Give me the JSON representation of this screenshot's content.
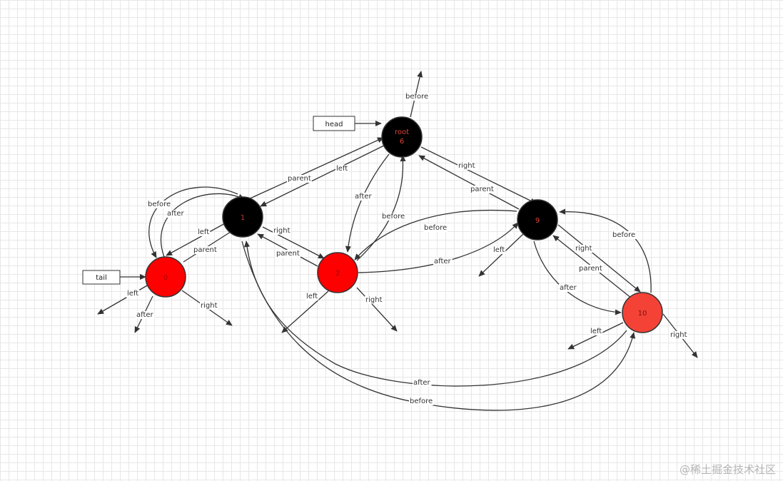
{
  "pointers": {
    "head": "head",
    "tail": "tail"
  },
  "nodes": [
    {
      "id": "n6",
      "line1": "root",
      "line2": "6",
      "fill": "#000000",
      "text_color": "#e0423a"
    },
    {
      "id": "n1",
      "line1": "1",
      "line2": "",
      "fill": "#000000",
      "text_color": "#c0392b"
    },
    {
      "id": "n0",
      "line1": "0",
      "line2": "",
      "fill": "#ff0000",
      "text_color": "#b00000"
    },
    {
      "id": "n2",
      "line1": "2",
      "line2": "",
      "fill": "#ff0000",
      "text_color": "#9e0000"
    },
    {
      "id": "n9",
      "line1": "9",
      "line2": "",
      "fill": "#000000",
      "text_color": "#e0423a"
    },
    {
      "id": "n10",
      "line1": "10",
      "line2": "",
      "fill": "#f44336",
      "text_color": "#7a1010"
    }
  ],
  "edge_labels": {
    "before": "before",
    "after": "after",
    "left": "left",
    "right": "right",
    "parent": "parent"
  },
  "edges": [
    {
      "id": "e-6-before-up",
      "label": "before"
    },
    {
      "id": "e-head",
      "label": ""
    },
    {
      "id": "e-1-parent-6",
      "label": "parent"
    },
    {
      "id": "e-6-left-1",
      "label": "left"
    },
    {
      "id": "e-6-right-9",
      "label": "right"
    },
    {
      "id": "e-9-parent-6",
      "label": "parent"
    },
    {
      "id": "e-6-after-2",
      "label": "after"
    },
    {
      "id": "e-2-before-6",
      "label": "before"
    },
    {
      "id": "e-1-right-2",
      "label": "right"
    },
    {
      "id": "e-2-parent-1",
      "label": "parent"
    },
    {
      "id": "e-1-left-0",
      "label": "left"
    },
    {
      "id": "e-0-parent-1",
      "label": "parent"
    },
    {
      "id": "e-1-before-0",
      "label": "before"
    },
    {
      "id": "e-0-after-1",
      "label": "after"
    },
    {
      "id": "e-tail",
      "label": ""
    },
    {
      "id": "e-0-left",
      "label": "left"
    },
    {
      "id": "e-0-after",
      "label": "after"
    },
    {
      "id": "e-0-right",
      "label": "right"
    },
    {
      "id": "e-9-before-2",
      "label": "before"
    },
    {
      "id": "e-2-after-9",
      "label": "after"
    },
    {
      "id": "e-2-left",
      "label": "left"
    },
    {
      "id": "e-2-right",
      "label": "right"
    },
    {
      "id": "e-9-left",
      "label": "left"
    },
    {
      "id": "e-9-right-10",
      "label": "right"
    },
    {
      "id": "e-10-parent-9",
      "label": "parent"
    },
    {
      "id": "e-9-after-10",
      "label": "after"
    },
    {
      "id": "e-10-before-9",
      "label": "before"
    },
    {
      "id": "e-10-left",
      "label": "left"
    },
    {
      "id": "e-10-right",
      "label": "right"
    },
    {
      "id": "e-10-after-1",
      "label": "after"
    },
    {
      "id": "e-1-before-10",
      "label": "before"
    }
  ],
  "watermark": "@稀土掘金技术社区"
}
